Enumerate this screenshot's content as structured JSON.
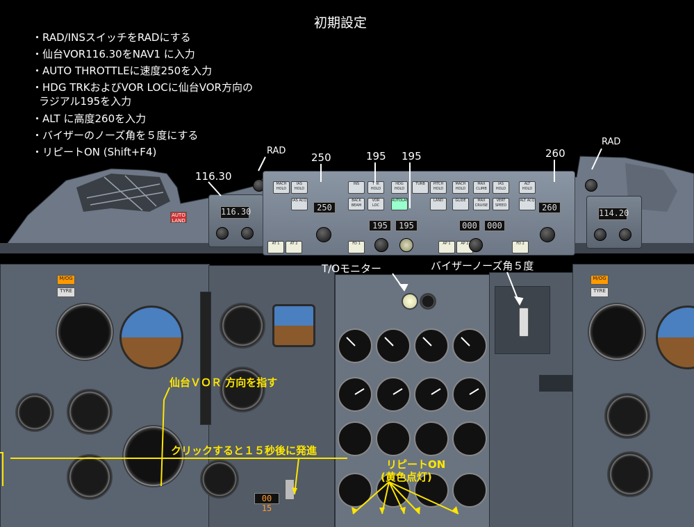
{
  "title": "初期設定",
  "instructions": [
    "・RAD/INSスイッチをRADにする",
    "・仙台VOR116.30をNAV1 に入力",
    "・AUTO THROTTLEに速度250を入力",
    "・HDG TRKおよびVOR LOCに仙台VOR方向の",
    "ラジアル195を入力",
    "・ALT に高度260を入力",
    "・バイザーのノーズ角を５度にする",
    "・リピートON (Shift+F4)"
  ],
  "callouts": {
    "rad_left": "RAD",
    "rad_right": "RAD",
    "nav1_freq": "116.30",
    "speed": "250",
    "hdg": "195",
    "vor_loc": "195",
    "alt": "260",
    "to_monitor": "T/Oモニター",
    "visor": "バイザーノーズ角５度",
    "sendai_vor": "仙台ＶＯＲ 方向を指す",
    "click_start": "クリックすると１５秒後に発進",
    "repeat_on": "リピートON",
    "repeat_on_sub": "(黄色点灯)"
  },
  "displays": {
    "nav1_left": "116.30",
    "nav2_right": "114.20",
    "speed_window": "250",
    "hdg_window": "195",
    "vor_window": "195",
    "alt_window": "260",
    "timer": "00 15"
  },
  "colors": {
    "callout_yellow": "#ffe600",
    "panel": "#5a6470",
    "shield": "#6e7886"
  }
}
